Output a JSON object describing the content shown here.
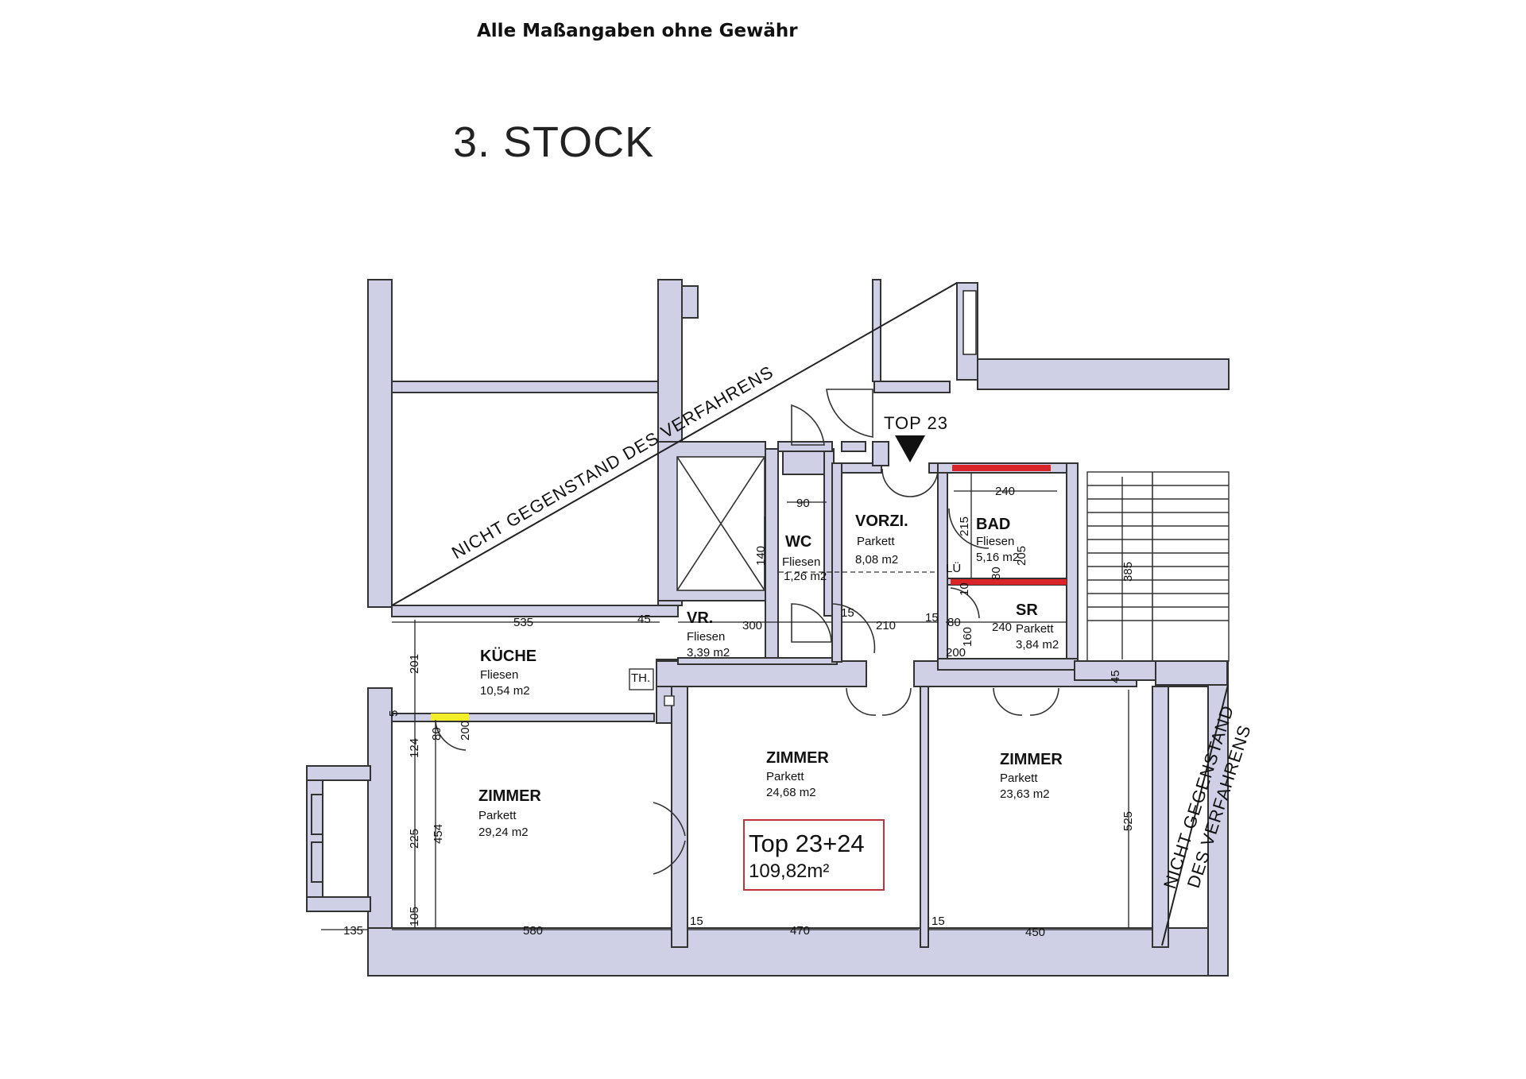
{
  "header": {
    "disclaimer": "Alle Maßangaben ohne Gewähr",
    "floor": "3. STOCK"
  },
  "entrance": {
    "label": "TOP 23"
  },
  "excluded_area": {
    "label": "NICHT GEGENSTAND DES VERFAHRENS",
    "line1": "NICHT GEGENSTAND",
    "line2": "DES VERFAHRENS"
  },
  "rooms": {
    "wc": {
      "name": "WC",
      "floor": "Fliesen",
      "area": "1,26 m2"
    },
    "vorzi": {
      "name": "VORZI.",
      "floor": "Parkett",
      "area": "8,08 m2"
    },
    "bad": {
      "name": "BAD",
      "floor": "Fliesen",
      "area": "5,16 m2"
    },
    "sr": {
      "name": "SR",
      "floor": "Parkett",
      "area": "3,84 m2"
    },
    "vr": {
      "name": "VR.",
      "floor": "Fliesen",
      "area": "3,39 m2"
    },
    "kueche": {
      "name": "KÜCHE",
      "floor": "Fliesen",
      "area": "10,54 m2"
    },
    "zimmer1": {
      "name": "ZIMMER",
      "floor": "Parkett",
      "area": "29,24 m2"
    },
    "zimmer2": {
      "name": "ZIMMER",
      "floor": "Parkett",
      "area": "24,68 m2"
    },
    "zimmer3": {
      "name": "ZIMMER",
      "floor": "Parkett",
      "area": "23,63 m2"
    }
  },
  "labels": {
    "th": "TH.",
    "lue": "LÜ"
  },
  "dimensions": {
    "d90": "90",
    "d140": "140",
    "d240a": "240",
    "d215": "215",
    "d80a": "80",
    "d205": "205",
    "d10": "10",
    "d160": "160",
    "d80b": "80",
    "d240b": "240",
    "d200a": "200",
    "d385": "385",
    "d535": "535",
    "d45a": "45",
    "d300": "300",
    "d15a": "15",
    "d210": "210",
    "d15b": "15",
    "d201": "201",
    "d5": "5",
    "d80c": "80",
    "d200b": "200",
    "d124": "124",
    "d225": "225",
    "d454": "454",
    "d105": "105",
    "d135": "135",
    "d580": "580",
    "d15c": "15",
    "d470": "470",
    "d15d": "15",
    "d450": "450",
    "d525": "525",
    "d45b": "45"
  },
  "unit_badge": {
    "name": "Top 23+24",
    "area": "109,82m²"
  },
  "colors": {
    "wall_fill": "#cfcfe6",
    "highlight_red": "#d9252a",
    "highlight_yellow": "#f2ee2a",
    "badge_border": "#c0353a"
  }
}
